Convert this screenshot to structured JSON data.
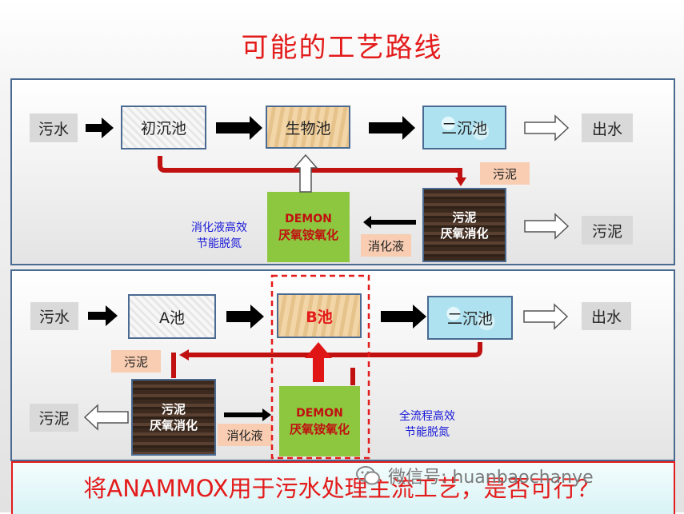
{
  "title": "可能的工艺路线",
  "top": {
    "sewage": "污水",
    "primary": "初沉池",
    "bio": "生物池",
    "secondary": "二沉池",
    "effluent": "出水",
    "sludge_tag": "污泥",
    "digest_line1": "污泥",
    "digest_line2": "厌氧消化",
    "digestate": "消化液",
    "demon_line1": "DEMON",
    "demon_line2": "厌氧铵氧化",
    "sludge_out": "污泥",
    "note_line1": "消化液高效",
    "note_line2": "节能脱氮"
  },
  "bottom_panel": {
    "sewage": "污水",
    "a_tank": "A池",
    "b_tank": "B池",
    "secondary": "二沉池",
    "effluent": "出水",
    "sludge_tag": "污泥",
    "digest_line1": "污泥",
    "digest_line2": "厌氧消化",
    "sludge_out": "污泥",
    "digestate": "消化液",
    "demon_line1": "DEMON",
    "demon_line2": "厌氧铵氧化",
    "note_line1": "全流程高效",
    "note_line2": "节能脱氮"
  },
  "conclusion": "将ANAMMOX用于污水处理主流工艺，是否可行？",
  "watermark": "微信号: huanbaochanye",
  "colors": {
    "title_red": "#e41b1b",
    "panel_border": "#4a6a92",
    "demon_green": "#8dc63f",
    "note_blue": "#1a1ad8"
  }
}
